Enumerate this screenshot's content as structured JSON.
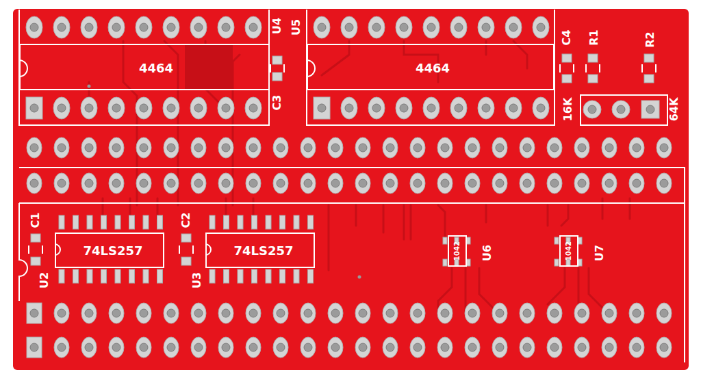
{
  "diagram": {
    "nodes": [
      {
        "text": [
          "4464",
          "U4"
        ]
      },
      {
        "text": [
          "4464",
          "U5"
        ]
      },
      {
        "text": [
          "74LS257",
          "U2"
        ]
      },
      {
        "text": [
          "74LS257",
          "U3"
        ]
      },
      {
        "text": [
          "1042",
          "U6"
        ]
      },
      {
        "text": [
          "1042",
          "U7"
        ]
      }
    ],
    "labels": [
      "C4",
      "R1",
      "R2",
      "C3",
      "16K",
      "64K",
      "C1",
      "C2"
    ]
  }
}
